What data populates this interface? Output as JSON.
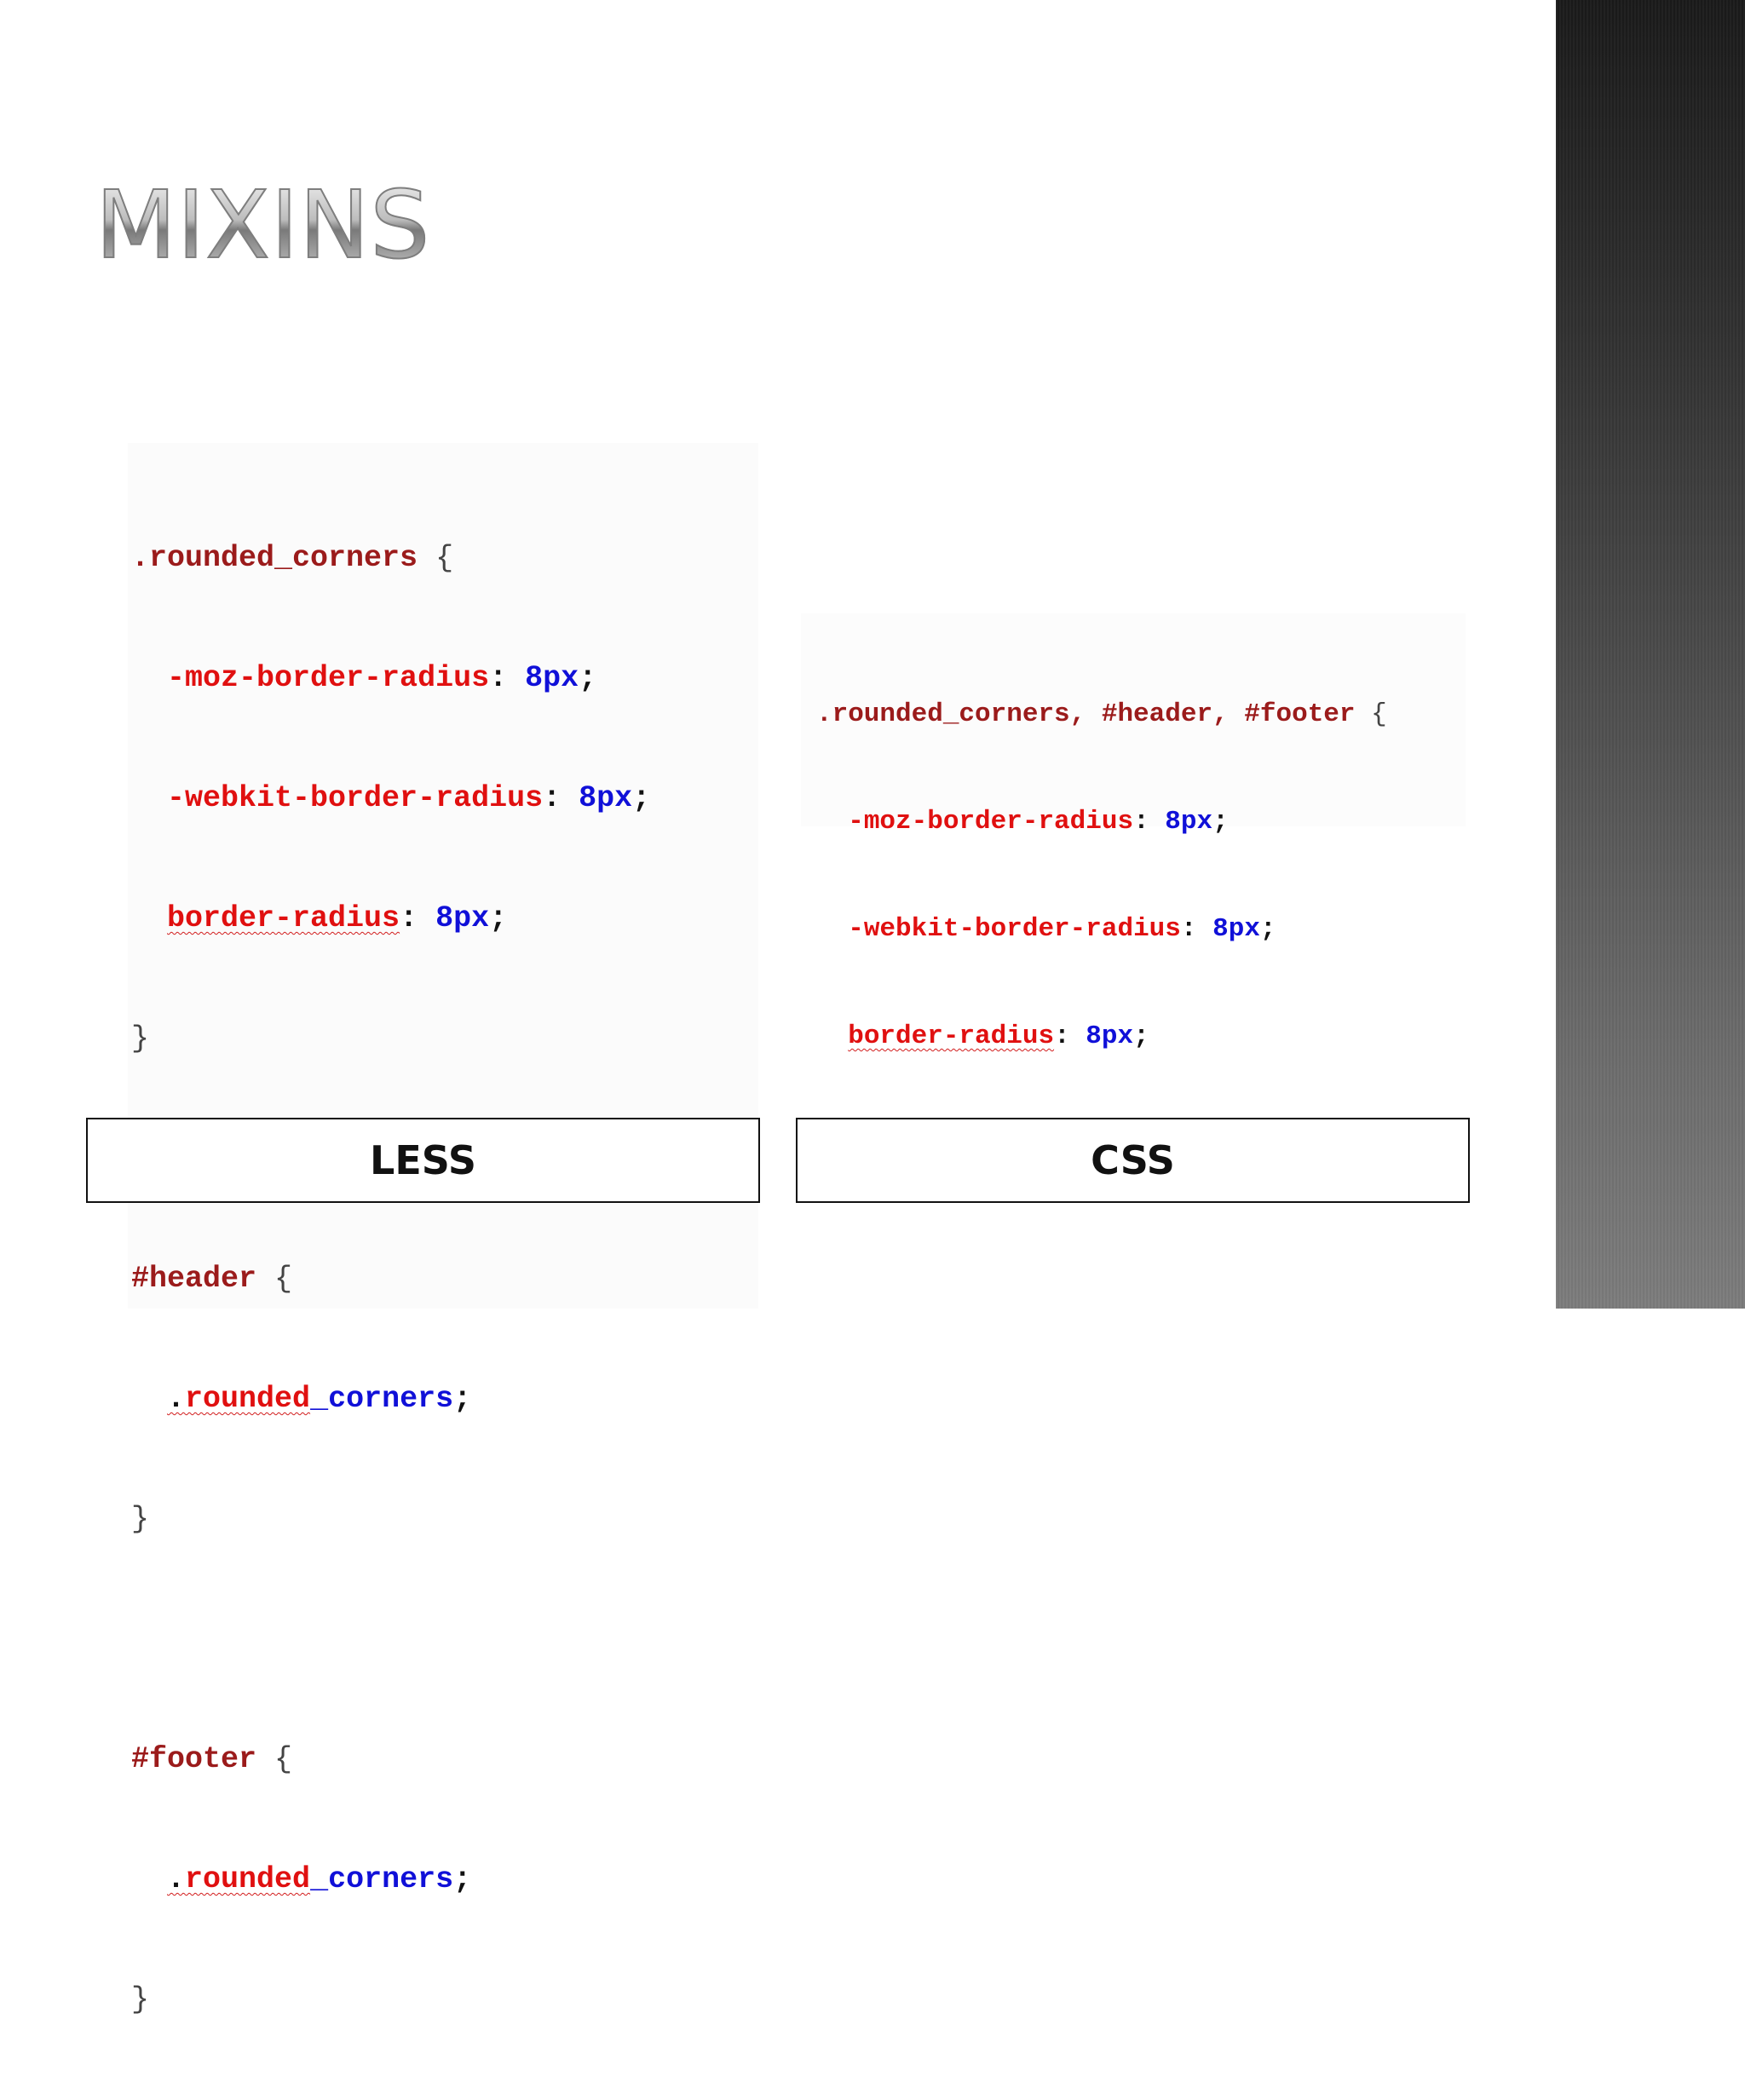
{
  "slide": {
    "title": "Mixins"
  },
  "less_code": {
    "block1": {
      "selector": ".rounded_corners",
      "brace_open": "{",
      "props": [
        {
          "name": "-moz-border-radius",
          "value": "8px"
        },
        {
          "name": "-webkit-border-radius",
          "value": "8px"
        },
        {
          "name": "border-radius",
          "value": "8px"
        }
      ],
      "brace_close": "}"
    },
    "block2": {
      "selector": "#header",
      "brace_open": "{",
      "mixin_dot": ".",
      "mixin_part1": "rounded",
      "mixin_underscore": "_",
      "mixin_part2": "corners",
      "semicolon": ";",
      "brace_close": "}"
    },
    "block3": {
      "selector": "#footer",
      "brace_open": "{",
      "mixin_dot": ".",
      "mixin_part1": "rounded",
      "mixin_underscore": "_",
      "mixin_part2": "corners",
      "semicolon": ";",
      "brace_close": "}"
    }
  },
  "css_code": {
    "selector": ".rounded_corners, #header, #footer",
    "brace_open": "{",
    "props": [
      {
        "name": "-moz-border-radius",
        "value": "8px"
      },
      {
        "name": "-webkit-border-radius",
        "value": "8px"
      },
      {
        "name": "border-radius",
        "value": "8px"
      }
    ],
    "brace_close": "}"
  },
  "labels": {
    "less": "LESS",
    "css": "CSS"
  },
  "colors": {
    "selector": "#9b1b1b",
    "property": "#e01010",
    "value": "#1010d8",
    "sidebar_dark": "#1a1a1a"
  }
}
